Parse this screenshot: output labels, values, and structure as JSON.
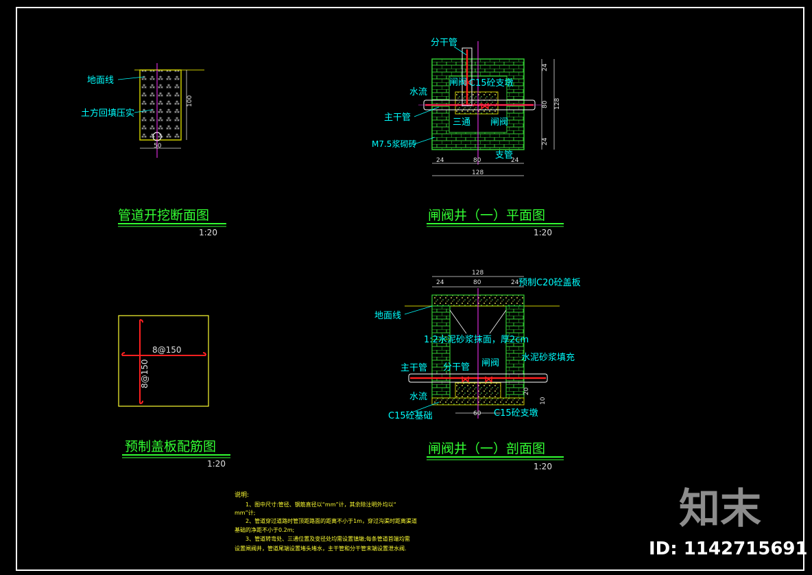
{
  "colors": {
    "background": "#000000",
    "frame": "#ffffff",
    "title_green": "#33ff33",
    "label_cyan": "#00ffff",
    "dim_white": "#e0e0e0",
    "pipe_red": "#ff2020",
    "axis_magenta": "#ff33ff",
    "brick_green": "#33cc33",
    "concrete_yellow": "#cccc00",
    "notes_yellow": "#ffff33"
  },
  "trench": {
    "title": "管道开挖断面图",
    "scale": "1:20",
    "label_ground": "地面线",
    "label_backfill": "土方回填压实",
    "dim_height": "100",
    "dim_width": "50"
  },
  "valve_plan": {
    "title": "闸阀井（一）平面图",
    "scale": "1:20",
    "label_branch": "分干管",
    "label_valve": "闸阀",
    "label_pier": "C15砼支墩",
    "label_flow": "水流",
    "label_main": "主干管",
    "label_tee": "三通",
    "label_valve2": "闸阀",
    "label_mortar": "M7.5浆砌砖",
    "label_sub": "支管",
    "dim_24a": "24",
    "dim_80": "80",
    "dim_24b": "24",
    "dim_128": "128",
    "dim_r24a": "24",
    "dim_r80": "80",
    "dim_r24b": "24",
    "dim_r128": "128"
  },
  "cover_slab": {
    "title": "预制盖板配筋图",
    "scale": "1:20",
    "rebar_h": "8@150",
    "rebar_v": "8@150"
  },
  "valve_section": {
    "title": "闸阀井（一）剖面图",
    "scale": "1:20",
    "dim_128": "128",
    "dim_24a": "24",
    "dim_80": "80",
    "dim_24b": "24",
    "label_cover": "预制C20砼盖板",
    "label_ground": "地面线",
    "label_plaster": "1:2水泥砂浆抹面，厚2cm",
    "label_main": "主干管",
    "label_branch": "分干管",
    "label_valve": "闸阀",
    "label_fill": "水泥砂浆填充",
    "label_flow": "水流",
    "label_base": "C15砼基础",
    "label_pier": "C15砼支墩",
    "dim_60": "60",
    "dim_20": "20",
    "dim_10": "10"
  },
  "notes": {
    "heading": "说明:",
    "line1": "1、图中尺寸:管径、钢筋直径以“mm”计，其余除注明外均以“",
    "line2": "mm”计;",
    "line3": "2、管道穿过道路时管顶距路面的距离不小于1m，穿过沟渠时距离渠道",
    "line4": "基础的净距不小于0.2m;",
    "line5": "3、管道转弯处、三通位置及变径处均需设置镇墩;每条管道首端均需",
    "line6": "设置闸阀井，管道尾端设置堵头堵水，主干管和分干管末端设置泄水阀."
  },
  "watermark": {
    "brand": "知末",
    "id_text": "ID: 1142715691"
  }
}
